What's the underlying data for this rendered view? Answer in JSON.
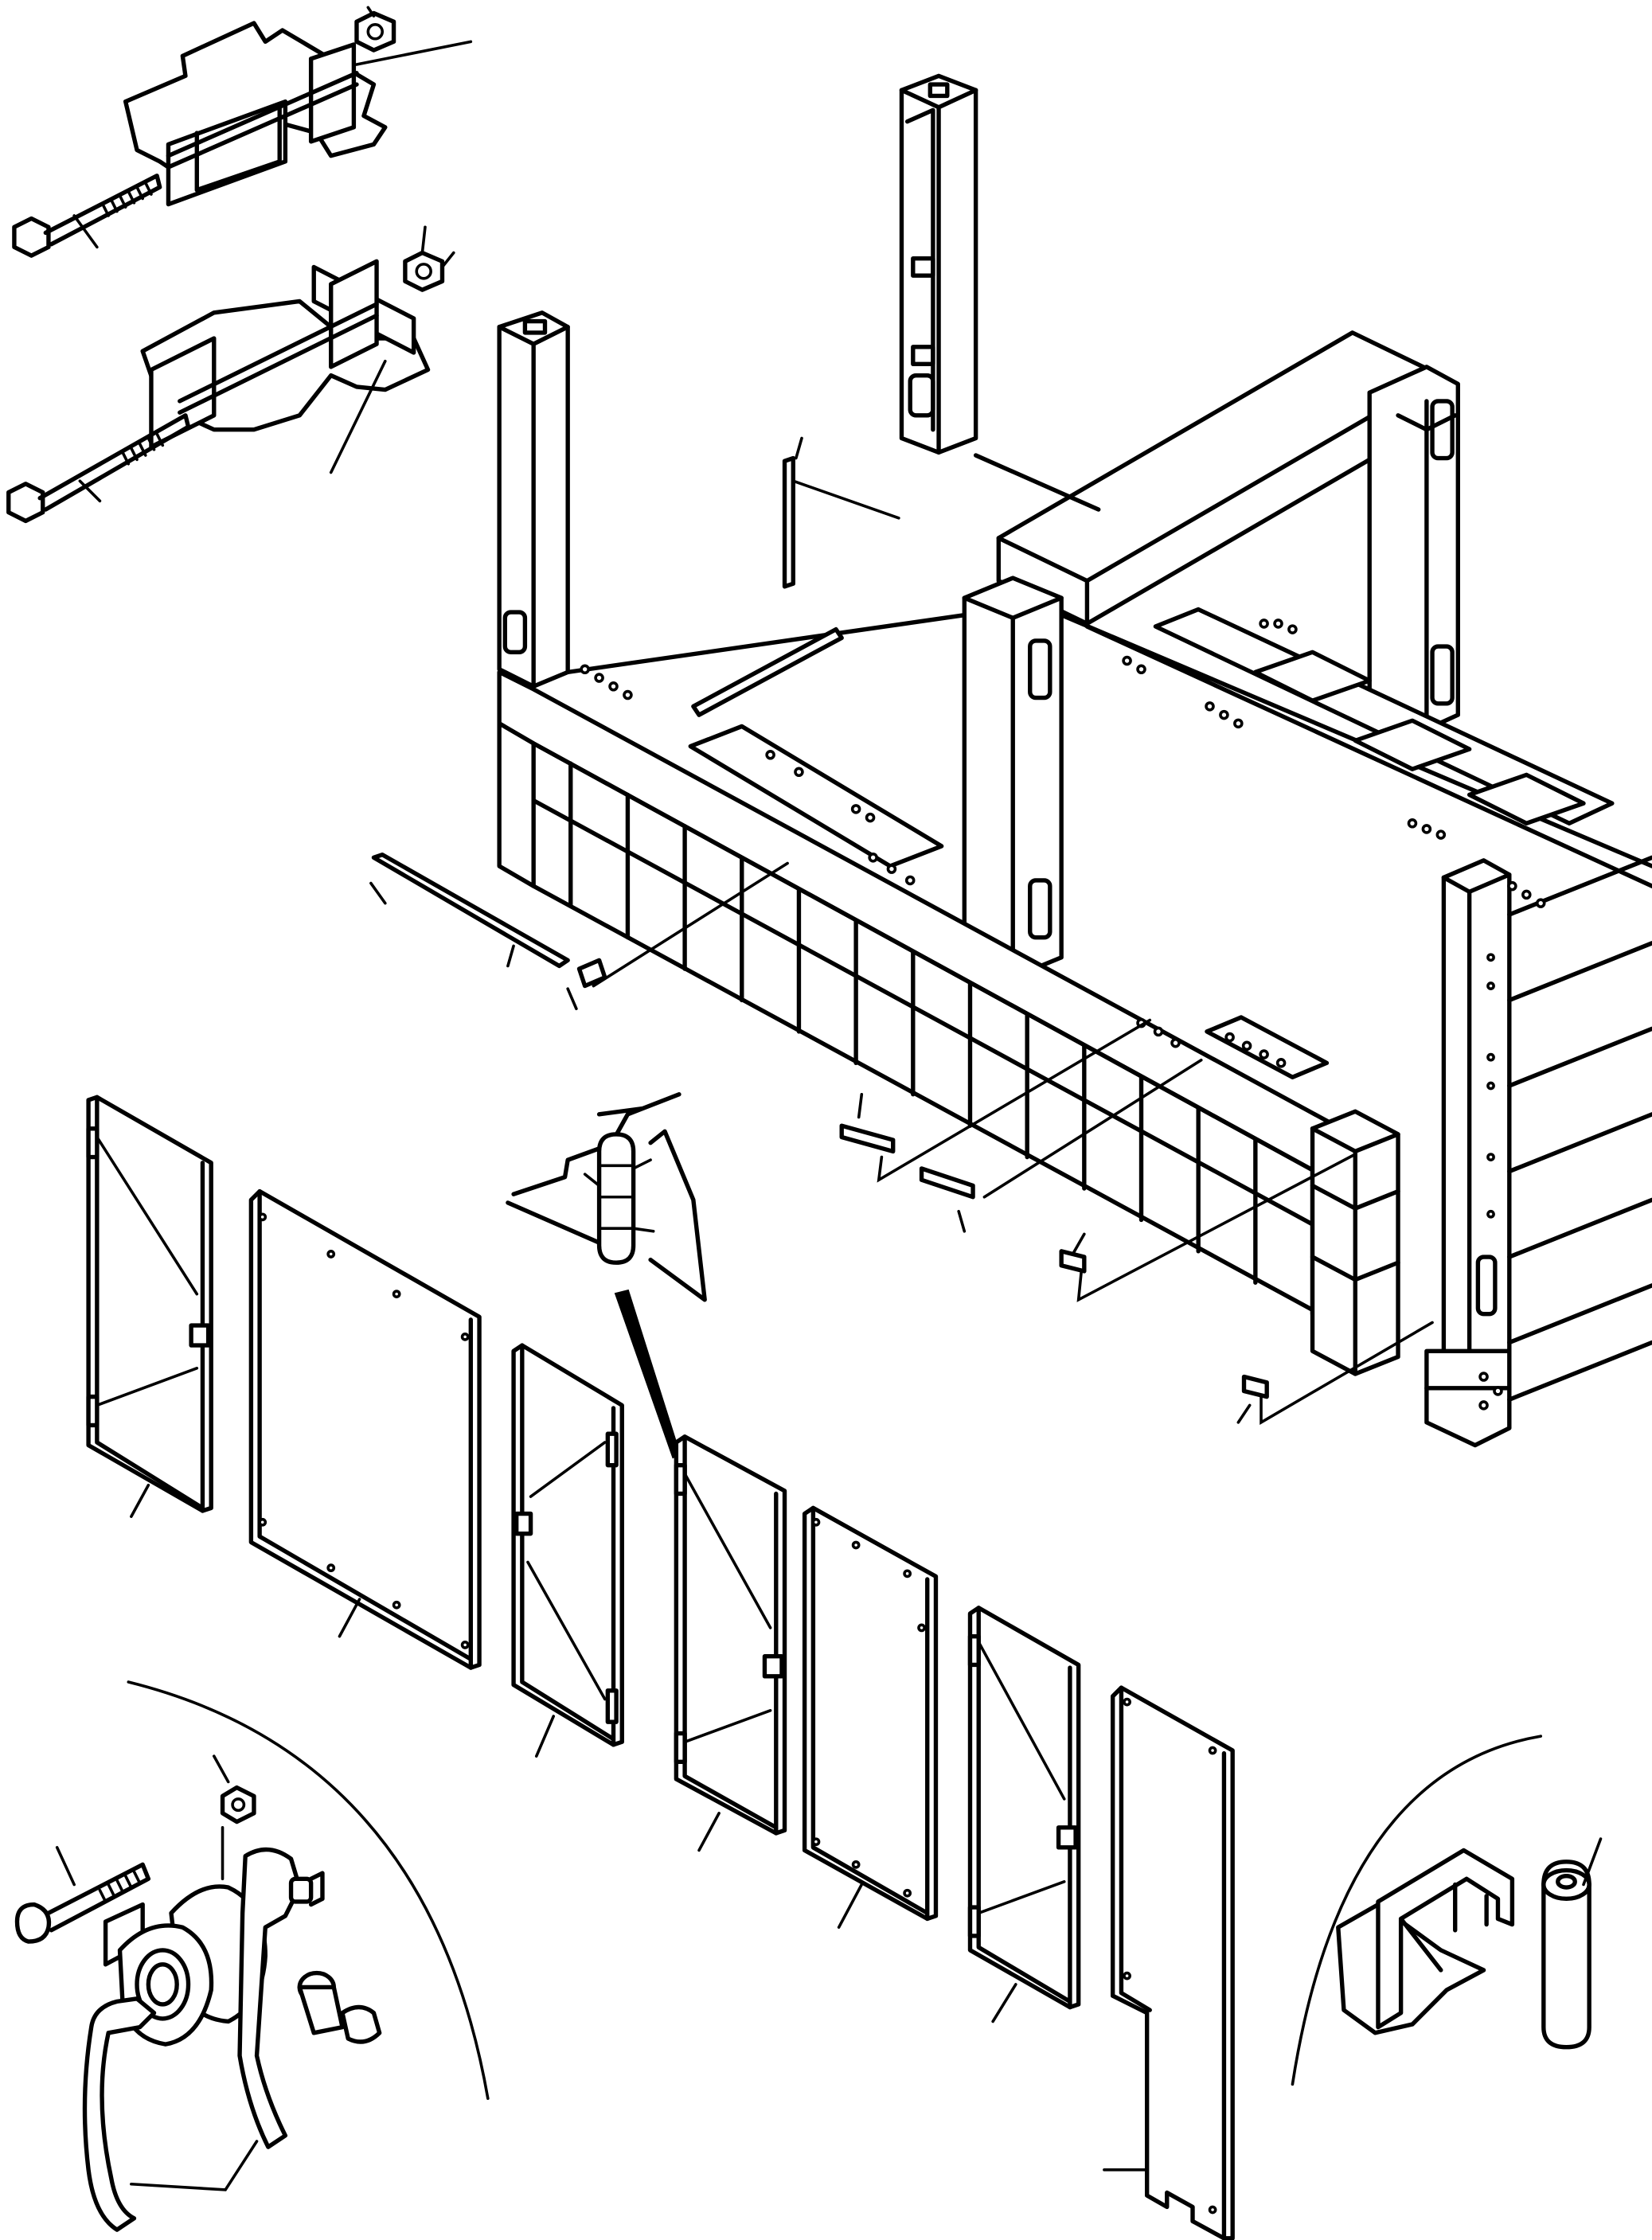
{
  "figure": {
    "title": "",
    "labels_visible": false
  },
  "colors": {
    "line": "#000000",
    "background": "#ffffff"
  },
  "parts": [
    {
      "name": "bolt-bracket-assembly-1",
      "icon": "bolt-icon"
    },
    {
      "name": "bolt-bracket-assembly-2",
      "icon": "bolt-icon"
    },
    {
      "name": "main-frame",
      "icon": "frame-icon"
    },
    {
      "name": "hinged-door-left",
      "icon": "door-icon"
    },
    {
      "name": "cover-panel-large",
      "icon": "panel-icon"
    },
    {
      "name": "hinged-door-narrow",
      "icon": "door-icon"
    },
    {
      "name": "hinged-door-center",
      "icon": "door-icon"
    },
    {
      "name": "cover-panel-medium",
      "icon": "panel-icon"
    },
    {
      "name": "hinged-door-right",
      "icon": "door-icon"
    },
    {
      "name": "cover-panel-tall",
      "icon": "panel-icon"
    },
    {
      "name": "door-latch-handle",
      "icon": "handle-icon"
    },
    {
      "name": "hinge-pin-detail",
      "icon": "hinge-icon"
    },
    {
      "name": "bracket-roller-detail",
      "icon": "roller-icon"
    }
  ]
}
